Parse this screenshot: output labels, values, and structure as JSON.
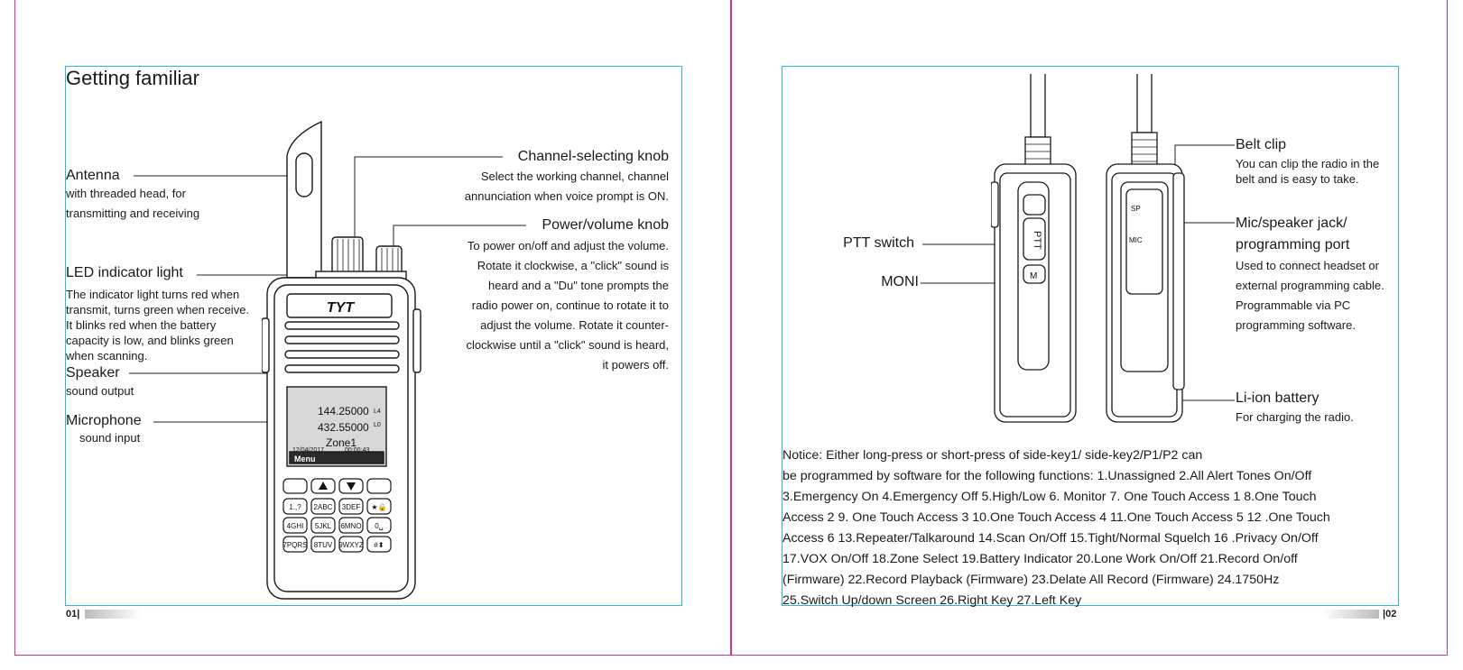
{
  "left_page": {
    "title": "Getting familiar",
    "page_number": "01",
    "callouts": {
      "antenna": {
        "label": "Antenna",
        "desc_lines": [
          "with threaded head, for",
          "transmitting and receiving"
        ]
      },
      "led": {
        "label": "LED indicator light",
        "desc_lines": [
          "The indicator light turns red when",
          "transmit, turns green when receive.",
          "It blinks red when the battery",
          "capacity is low, and blinks green",
          "when scanning."
        ]
      },
      "speaker": {
        "label": "Speaker",
        "desc": "sound output"
      },
      "microphone": {
        "label": "Microphone",
        "desc": "sound input"
      },
      "channel_knob": {
        "label": "Channel-selecting knob",
        "desc_lines": [
          "Select the working channel, channel",
          "annunciation when voice prompt is ON."
        ]
      },
      "power_knob": {
        "label": "Power/volume knob",
        "desc_lines": [
          "To power on/off and adjust the volume.",
          "Rotate it clockwise, a \"click\" sound is",
          "heard and a \"Du\" tone prompts the",
          "radio power on, continue to rotate it to",
          "adjust the volume. Rotate it counter-",
          "clockwise until a \"click\" sound is heard,",
          "it powers off."
        ]
      }
    },
    "radio": {
      "brand": "TYT",
      "display": {
        "freq1": "144.25000",
        "freq2": "432.55000",
        "zone": "Zone1",
        "date": "12/04/2017",
        "time": "00:00:43",
        "menu": "Menu",
        "l1": "L4",
        "l2": "L0"
      },
      "keys": [
        "1.,?",
        "2ABC",
        "3DEF",
        "★🔒",
        "4GHI",
        "5JKL",
        "6MNO",
        "0␣",
        "7PQRS",
        "8TUV",
        "9WXYZ",
        "#⬍"
      ]
    }
  },
  "right_page": {
    "page_number": "02",
    "callouts": {
      "ptt": {
        "label": "PTT switch"
      },
      "moni": {
        "label": "MONI"
      },
      "belt_clip": {
        "label": "Belt clip",
        "desc_lines": [
          "You can clip the radio in the",
          "belt and is easy to take."
        ]
      },
      "mic_jack": {
        "label_lines": [
          "Mic/speaker jack/",
          "programming port"
        ],
        "desc_lines": [
          "Used to connect headset or",
          "external programming cable.",
          "Programmable via PC",
          "programming software."
        ]
      },
      "battery": {
        "label": "Li-ion battery",
        "desc": "For charging the radio."
      }
    },
    "side_labels": {
      "ptt": "PTT",
      "m": "M",
      "sp": "SP",
      "mic": "MIC"
    },
    "notice_lines": [
      "Notice: Either long-press or short-press of side-key1/ side-key2/P1/P2 can",
      "be programmed by software for the following functions: 1.Unassigned  2.All Alert Tones On/Off",
      "3.Emergency On  4.Emergency Off   5.High/Low   6. Monitor  7.  One Touch Access 1  8.One Touch",
      "Access 2  9.  One Touch Access 3 10.One Touch Access 4  11.One Touch Access 5   12 .One Touch",
      "Access 6  13.Repeater/Talkaround   14.Scan On/Off     15.Tight/Normal Squelch   16 .Privacy On/Off",
      "17.VOX On/Off   18.Zone Select   19.Battery Indicator   20.Lone Work On/Off    21.Record On/off",
      "(Firmware)   22.Record Playback (Firmware)    23.Delate All Record (Firmware)    24.1750Hz",
      "25.Switch Up/down Screen   26.Right Key   27.Left Key"
    ]
  },
  "colors": {
    "page_border": "#d6338f",
    "content_border": "#2fb6e0",
    "text": "#1a1a1a"
  }
}
